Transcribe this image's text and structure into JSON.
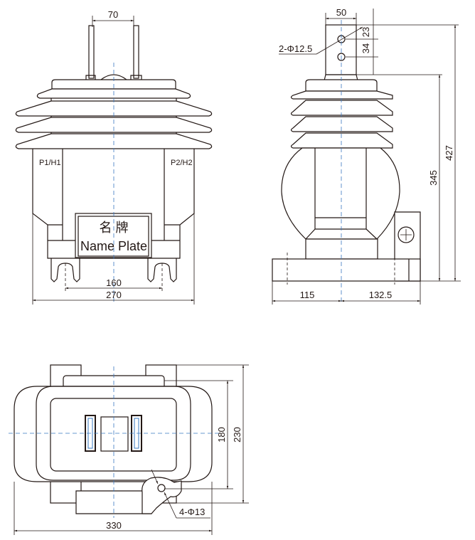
{
  "front_view": {
    "dim_terminal_spacing": "70",
    "label_p1": "P1/H1",
    "label_p2": "P2/H2",
    "nameplate_cn": "名 牌",
    "nameplate_en": "Name Plate",
    "dim_foot_spacing": "160",
    "dim_width": "270"
  },
  "side_view": {
    "dim_terminal_width": "50",
    "dim_hole_top": "23",
    "dim_hole_spacing": "34",
    "hole_callout": "2-Φ12.5",
    "dim_total_height": "427",
    "dim_body_height": "345",
    "dim_left": "115",
    "dim_right": "132.5"
  },
  "bottom_view": {
    "dim_inner_depth": "180",
    "dim_outer_depth": "230",
    "dim_length": "330",
    "hole_callout": "4-Φ13"
  },
  "colors": {
    "line": "#231815",
    "centerline": "#3a78c0"
  }
}
